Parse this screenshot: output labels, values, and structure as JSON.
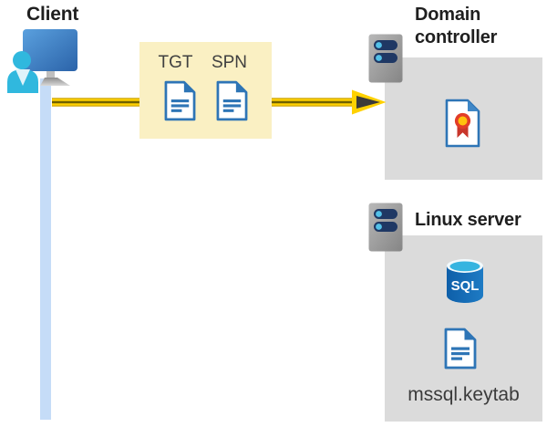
{
  "diagram": {
    "client": {
      "label": "Client"
    },
    "ticket_box": {
      "tgt_label": "TGT",
      "spn_label": "SPN"
    },
    "domain_controller": {
      "label": "Domain controller"
    },
    "linux_server": {
      "label": "Linux server",
      "sql_icon_label": "SQL",
      "keytab_label": "mssql.keytab"
    }
  },
  "colors": {
    "accent_blue": "#2E75B6",
    "arrow_yellow": "#FFD100",
    "arrowhead_dark": "#3B3A39",
    "ticket_box_bg": "#FAF0C3",
    "server_box_bg": "#DBDBDB",
    "client_line_blue": "#C5DCF7"
  }
}
